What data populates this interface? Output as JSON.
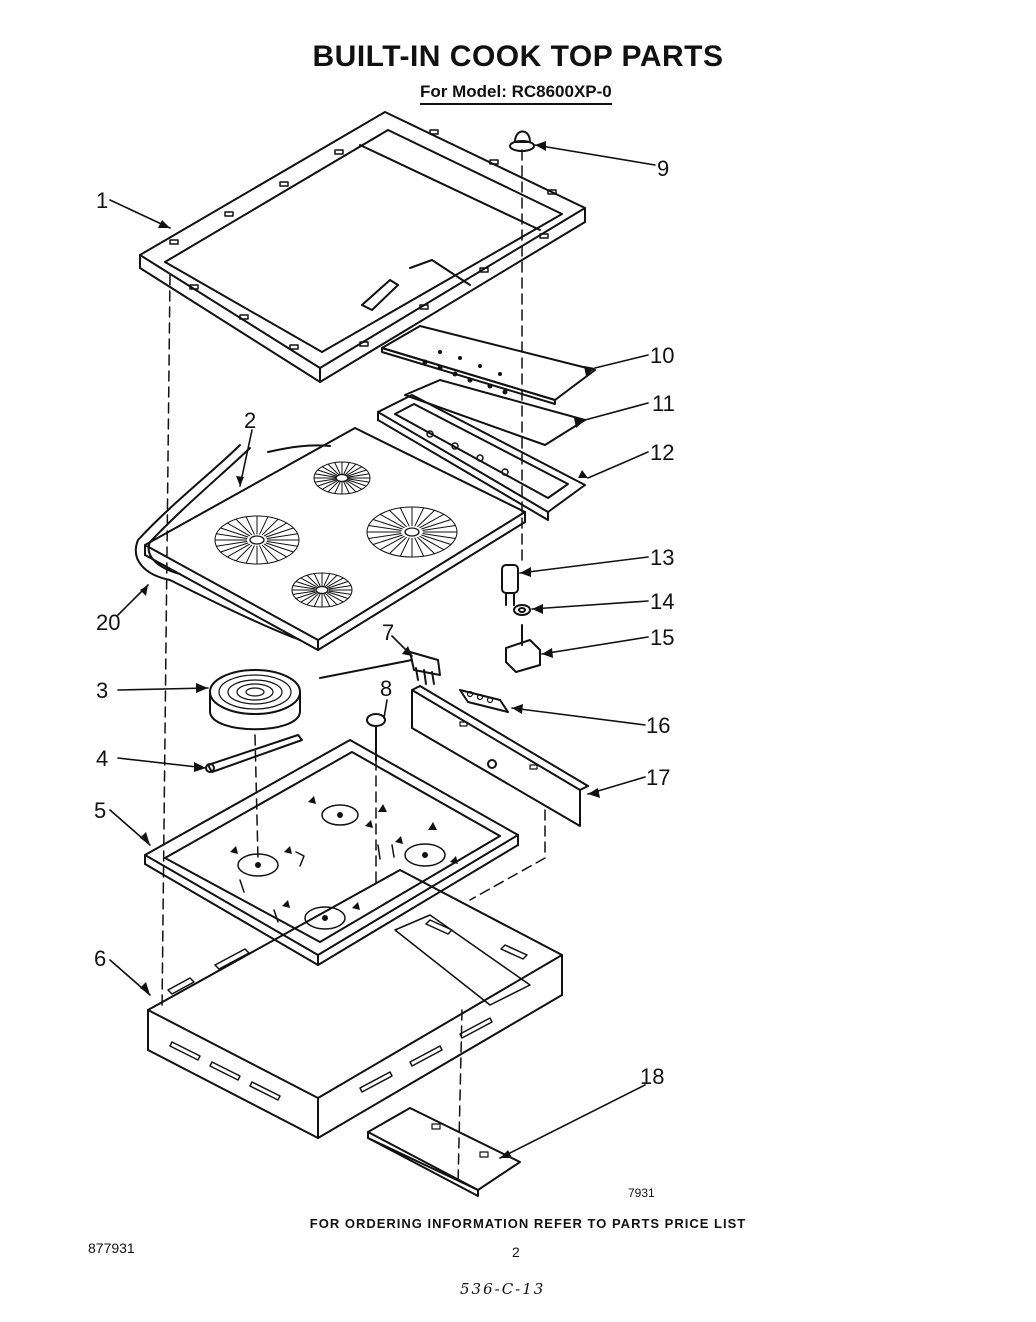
{
  "header": {
    "title": "BUILT-IN COOK TOP PARTS",
    "model": "For Model: RC8600XP-0"
  },
  "callouts": [
    "1",
    "2",
    "3",
    "4",
    "5",
    "6",
    "7",
    "8",
    "9",
    "10",
    "11",
    "12",
    "13",
    "14",
    "15",
    "16",
    "17",
    "18",
    "20"
  ],
  "footer": {
    "notice": "FOR ORDERING INFORMATION REFER TO PARTS PRICE LIST",
    "doc_code": "877931",
    "page_number": "2",
    "figure_number": "7931",
    "handwritten": "536-C-13"
  },
  "colors": {
    "ink": "#111111",
    "paper": "#ffffff"
  }
}
